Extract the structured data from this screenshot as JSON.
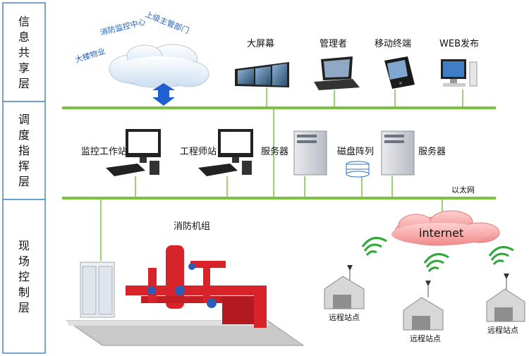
{
  "layers": {
    "info": "信息共享层",
    "dispatch": "调度指挥层",
    "field": "现场控制层"
  },
  "cloud": {
    "labels": [
      "大楼物业",
      "消防监控中心",
      "上级主管部门"
    ]
  },
  "top_devices": {
    "big_screen": "大屏幕",
    "manager": "管理者",
    "mobile": "移动终端",
    "web": "WEB发布"
  },
  "mid_devices": {
    "monitor_station": "监控工作站",
    "engineer_station": "工程师站",
    "server1": "服务器",
    "disk_array": "磁盘阵列",
    "server2": "服务器",
    "ethernet": "以太网"
  },
  "field": {
    "pump_unit": "消防机组",
    "internet": "internet",
    "remote_station": "远程站点"
  },
  "colors": {
    "bus": "#7cc242",
    "border": "#4a86c5",
    "pump_red": "#d9232a",
    "wifi": "#2ea836"
  }
}
